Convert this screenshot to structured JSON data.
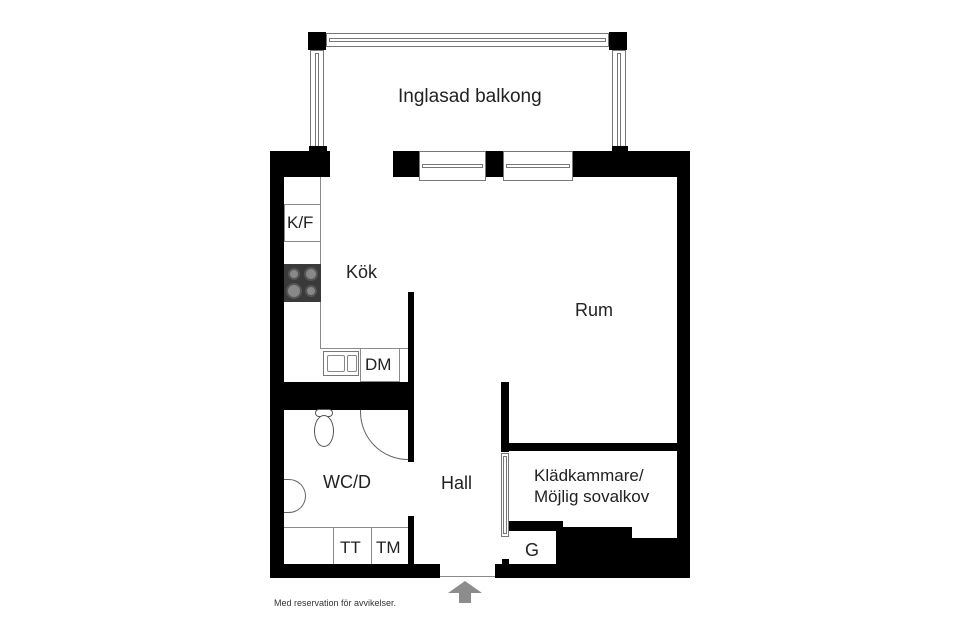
{
  "floorplan": {
    "rooms": {
      "balcony": "Inglasad balkong",
      "kitchen": "Kök",
      "living": "Rum",
      "bathroom": "WC/D",
      "hall": "Hall",
      "closet_line1": "Klädkammare/",
      "closet_line2": "Möjlig sovalkov"
    },
    "fixtures": {
      "fridge_freezer": "K/F",
      "dishwasher": "DM",
      "dryer": "TT",
      "washer": "TM",
      "wardrobe": "G"
    },
    "disclaimer": "Med reservation för avvikelser.",
    "entrance_icon": "arrow-up-icon",
    "colors": {
      "wall": "#000000",
      "line": "#8a8a8a",
      "hob": "#555555",
      "arrow": "#8c8c8c",
      "background": "#ffffff"
    }
  }
}
